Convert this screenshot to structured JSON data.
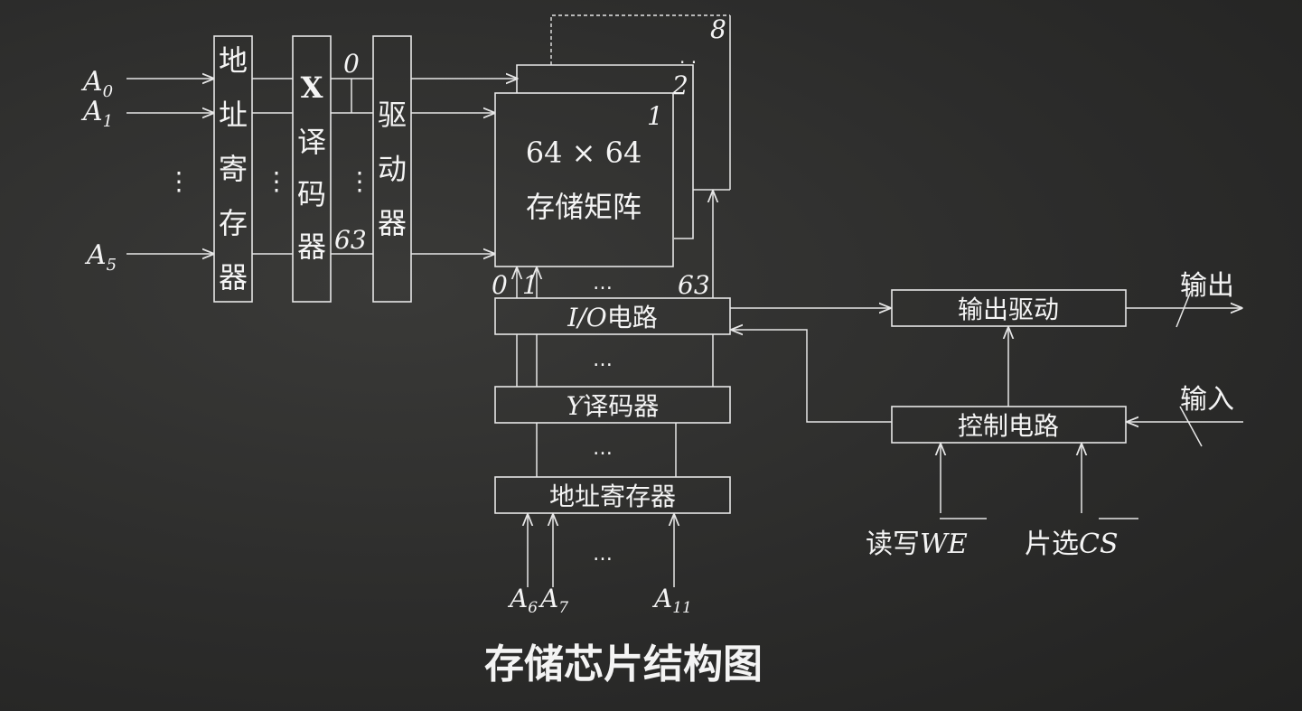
{
  "title": "存储芯片结构图",
  "inputs_left": {
    "a0": "A",
    "a0_sub": "0",
    "a1": "A",
    "a1_sub": "1",
    "a5": "A",
    "a5_sub": "5"
  },
  "addr_reg_vertical": [
    "地",
    "址",
    "寄",
    "存",
    "器"
  ],
  "x_decoder_vertical": [
    "X",
    "译",
    "码",
    "器"
  ],
  "driver_vertical": [
    "驱",
    "动",
    "器"
  ],
  "row_labels": {
    "first": "0",
    "last": "63"
  },
  "matrix": {
    "size": "64 × 64",
    "name": "存储矩阵",
    "layer1": "1",
    "layer2": "2",
    "layer8": "8"
  },
  "col_labels": {
    "c0": "0",
    "c1": "1",
    "c63": "63"
  },
  "ellipsis_dots": "⋮",
  "ellipsis_h": "…",
  "io_circuit": {
    "italic": "I/O",
    "text": "电路"
  },
  "y_decoder": {
    "italic": "Y",
    "text": "译码器"
  },
  "addr_reg_bottom": "地址寄存器",
  "inputs_bottom": {
    "a6": "A",
    "a6_sub": "6",
    "a7": "A",
    "a7_sub": "7",
    "a11": "A",
    "a11_sub": "11"
  },
  "output_driver": "输出驱动",
  "control_circuit": "控制电路",
  "output_label": "输出",
  "input_label": "输入",
  "rw": {
    "text": "读写",
    "signal": "WE"
  },
  "cs": {
    "text": "片选",
    "signal": "CS"
  }
}
